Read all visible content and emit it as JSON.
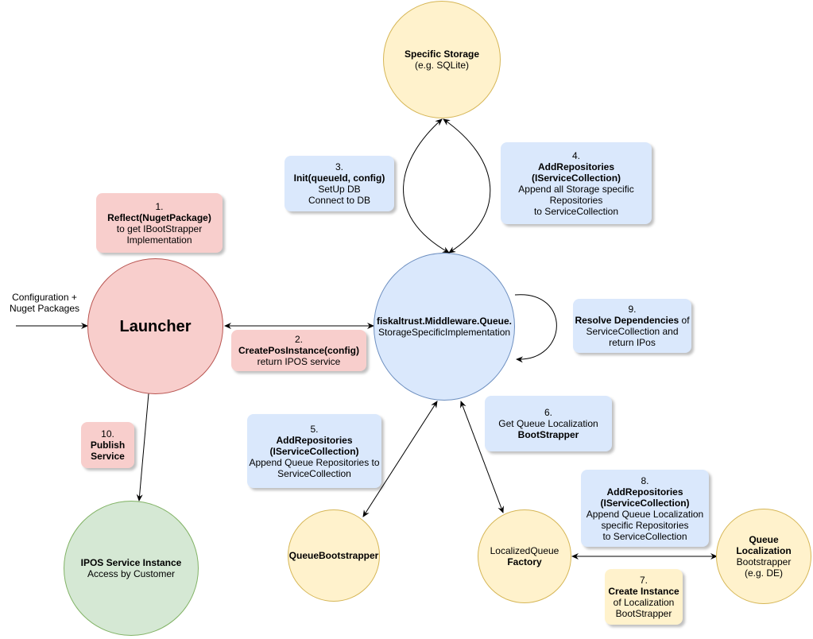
{
  "nodes": {
    "storage": {
      "title": "Specific Storage",
      "sub": "(e.g. SQLite)"
    },
    "launcher": {
      "title": "Launcher"
    },
    "middleware": {
      "title": "fiskaltrust.Middleware.Queue.",
      "sub": "StorageSpecificImplementation"
    },
    "ipos": {
      "title": "IPOS Service Instance",
      "sub": "Access by Customer"
    },
    "queueboot": {
      "title": "QueueBootstrapper"
    },
    "factory": {
      "line1": "LocalizedQueue",
      "line2": "Factory"
    },
    "localization": {
      "line1": "Queue",
      "line2": "Localization",
      "line3": "Bootstrapper",
      "line4": "(e.g. DE)"
    }
  },
  "input_label": {
    "line1": "Configuration +",
    "line2": "Nuget Packages"
  },
  "steps": {
    "s1": {
      "num": "1.",
      "bold": "Reflect(NugetPackage)",
      "l1": "to get IBootStrapper",
      "l2": "Implementation"
    },
    "s2": {
      "num": "2.",
      "bold": "CreatePosInstance(config)",
      "l1": "return IPOS service"
    },
    "s3": {
      "num": "3.",
      "bold": "Init(queueId, config)",
      "l1": "SetUp DB",
      "l2": "Connect to DB"
    },
    "s4": {
      "num": "4.",
      "bold1": "AddRepositories",
      "bold2": "(IServiceCollection)",
      "l1": "Append all Storage specific",
      "l2": "Repositories",
      "l3": "to ServiceCollection"
    },
    "s5": {
      "num": "5.",
      "bold1": "AddRepositories",
      "bold2": "(IServiceCollection)",
      "l1": "Append Queue Repositories to",
      "l2": "ServiceCollection"
    },
    "s6": {
      "num": "6.",
      "l1": "Get Queue Localization",
      "bold": "BootStrapper"
    },
    "s7": {
      "num": "7.",
      "bold": "Create Instance",
      "l1": "of Localization",
      "l2": "BootStrapper"
    },
    "s8": {
      "num": "8.",
      "bold1": "AddRepositories",
      "bold2": "(IServiceCollection)",
      "l1": "Append Queue Localization",
      "l2": "specific Repositories",
      "l3": "to ServiceCollection"
    },
    "s9": {
      "num": "9.",
      "bold": "Resolve Dependencies",
      "bold_tail": " of",
      "l1": "ServiceCollection and",
      "l2": "return IPos"
    },
    "s10": {
      "num": "10.",
      "bold1": "Publish",
      "bold2": "Service"
    }
  }
}
